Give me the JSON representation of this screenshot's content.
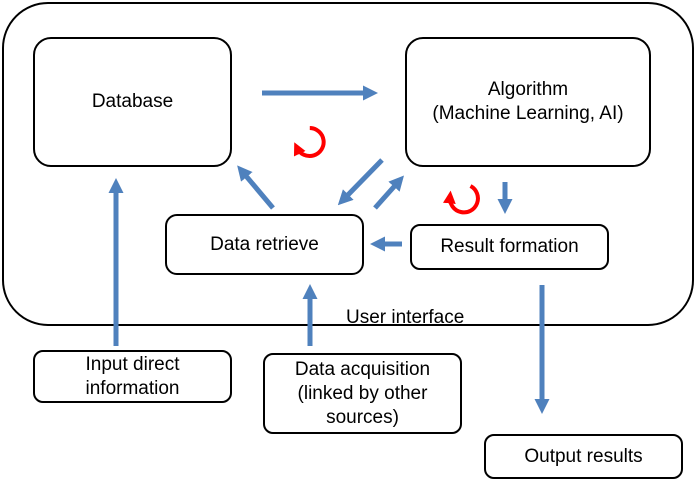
{
  "boxes": {
    "database": "Database",
    "algorithm": "Algorithm\n(Machine Learning, AI)",
    "data_retrieve": "Data retrieve",
    "result_formation": "Result formation",
    "input_direct": "Input direct\ninformation",
    "data_acquisition": "Data acquisition\n(linked by other\nsources)",
    "output_results": "Output results"
  },
  "container_label": "User interface",
  "colors": {
    "arrow": "#4f81bd",
    "cycle": "#ff0000",
    "border": "#000000"
  },
  "icons": {
    "cycle": "circular-arrow-icon"
  }
}
